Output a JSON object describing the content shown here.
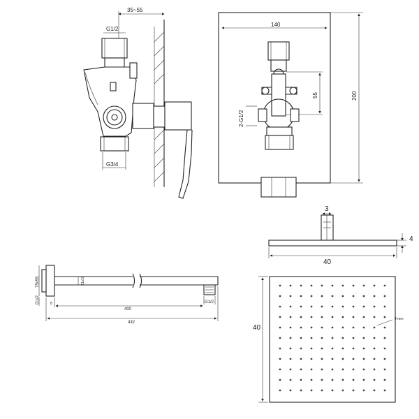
{
  "valve_side": {
    "wall_depth": "35~55",
    "inlet_top": "G1/2",
    "outlet_bottom": "G3/4"
  },
  "valve_front": {
    "width": "140",
    "height": "200",
    "center_offset": "55",
    "side_ports": "2-G1/2"
  },
  "head_side": {
    "depth_label": "3",
    "thickness": "4",
    "width": "40"
  },
  "arm": {
    "flange": "75x55",
    "port_left": "G1/2",
    "small_dim": "8",
    "tube": "21x10",
    "length_inner": "400",
    "length_total": "432",
    "port_right": "G1/2"
  },
  "head_top": {
    "size": "40",
    "nozzle": "4 mm",
    "nozzle_rows": 11,
    "nozzle_cols": 11
  }
}
